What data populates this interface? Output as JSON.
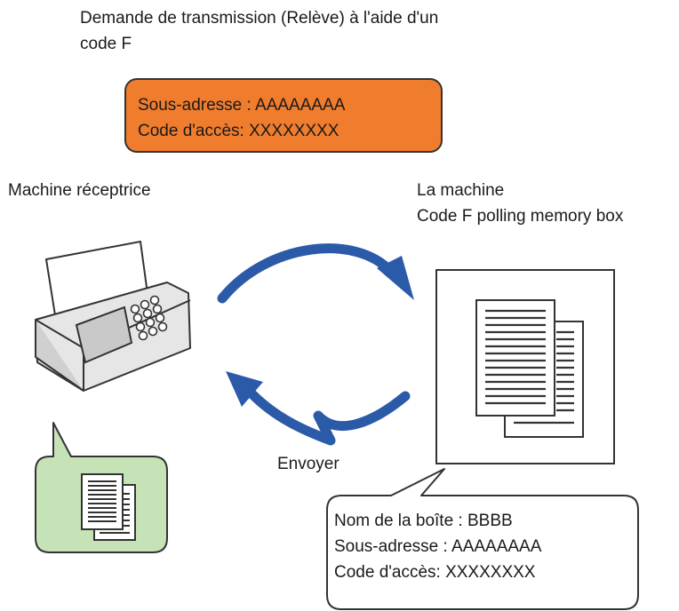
{
  "title": {
    "line1": "Demande de transmission (Relève) à l'aide d'un",
    "line2": "code F"
  },
  "request_box": {
    "subaddress": "Sous-adresse : AAAAAAAA",
    "passcode": "Code d'accès: XXXXXXXX",
    "fill_color": "#f07c2d"
  },
  "receiving_machine": {
    "label": "Machine réceptrice",
    "icon": "fax-machine-icon"
  },
  "sending_machine": {
    "line1": "La machine",
    "line2": "Code F polling memory box",
    "icon": "documents-icon"
  },
  "send_label": "Envoyer",
  "box_info": {
    "box_name": "Nom de la boîte : BBBB",
    "subaddress": "Sous-adresse : AAAAAAAA",
    "passcode": "Code d'accès: XXXXXXXX"
  },
  "colors": {
    "arrow": "#2b5aa8",
    "received_bubble": "#c6e3b8",
    "orange": "#f07c2d"
  }
}
